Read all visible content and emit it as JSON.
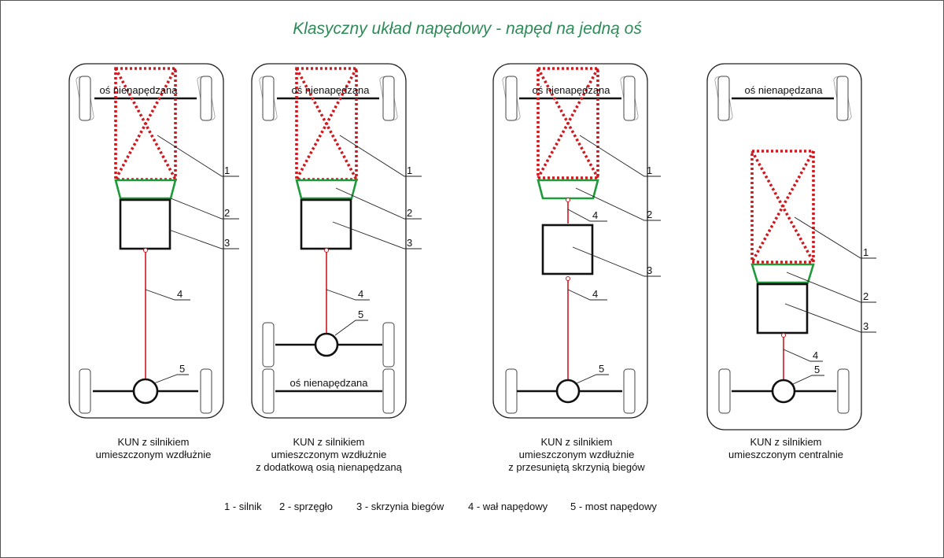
{
  "title": "Klasyczny układ napędowy - napęd na jedną oś",
  "axle_label": "oś nienapędzana",
  "part_numbers": [
    "1",
    "2",
    "3",
    "4",
    "5"
  ],
  "captions": [
    [
      "KUN z silnikiem",
      "umieszczonym wzdłużnie"
    ],
    [
      "KUN z silnikiem",
      "umieszczonym wzdłużnie",
      "z dodatkową osią nienapędzaną"
    ],
    [
      "KUN z silnikiem",
      "umieszczonym wzdłużnie",
      "z przesuniętą skrzynią biegów"
    ],
    [
      "KUN z silnikiem",
      "umieszczonym centralnie"
    ]
  ],
  "legend": [
    "1 - silnik",
    "2 - sprzęgło",
    "3 - skrzynia biegów",
    "4 - wał napędowy",
    "5 - most napędowy"
  ],
  "colors": {
    "title": "#2e8b57",
    "engine": "#d0181e",
    "clutch": "#1f9a3a",
    "shaft": "#d0181e",
    "structure": "#111111"
  }
}
